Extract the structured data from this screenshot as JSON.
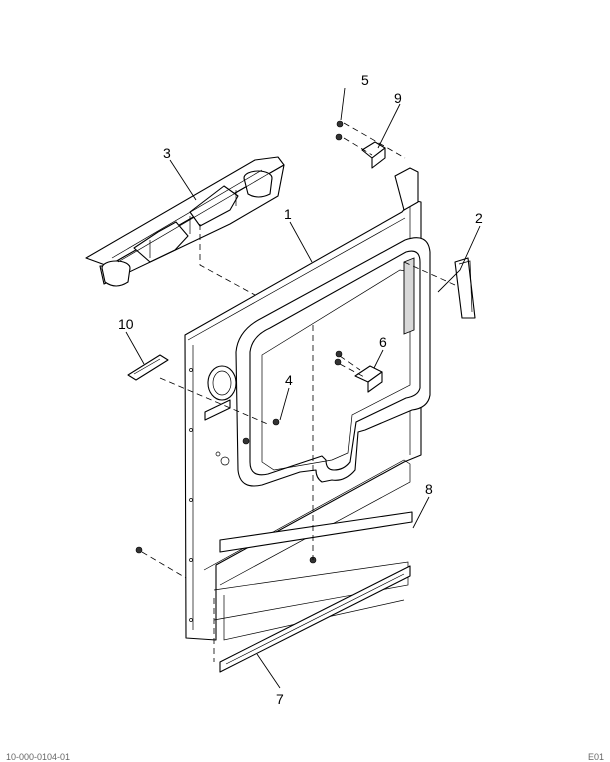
{
  "callouts": [
    "1",
    "2",
    "3",
    "4",
    "5",
    "6",
    "7",
    "8",
    "9",
    "10"
  ],
  "footer": {
    "left": "10-000-0104-01",
    "right": "E01"
  }
}
